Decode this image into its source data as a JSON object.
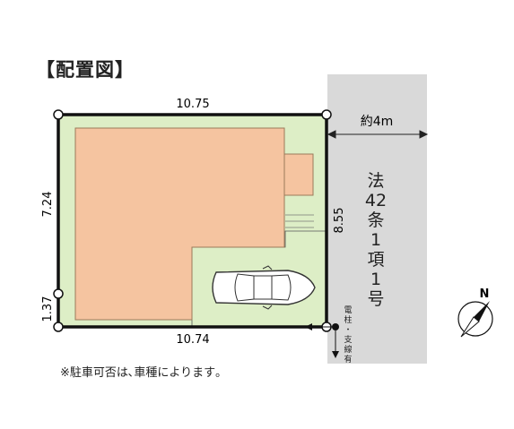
{
  "title": "【配置図】",
  "note": "※駐車可否は､車種によります｡",
  "dimensions": {
    "top": "10.75",
    "bottom": "10.74",
    "left_upper": "7.24",
    "left_lower": "1.37",
    "right": "8.55"
  },
  "road": {
    "width_label": "約4m",
    "type_chars": [
      "法",
      "42",
      "条",
      "1",
      "項",
      "1",
      "号"
    ]
  },
  "utility_pole_chars": [
    "電",
    "柱",
    "・",
    "支",
    "線",
    "有"
  ],
  "compass": {
    "north_label": "N"
  },
  "colors": {
    "lot_fill": "#ddeec6",
    "building_fill": "#f5c4a0",
    "building_stroke": "#9a7a5a",
    "road_fill": "#d9d9d9",
    "boundary": "#111111",
    "car_fill": "#ffffff"
  }
}
